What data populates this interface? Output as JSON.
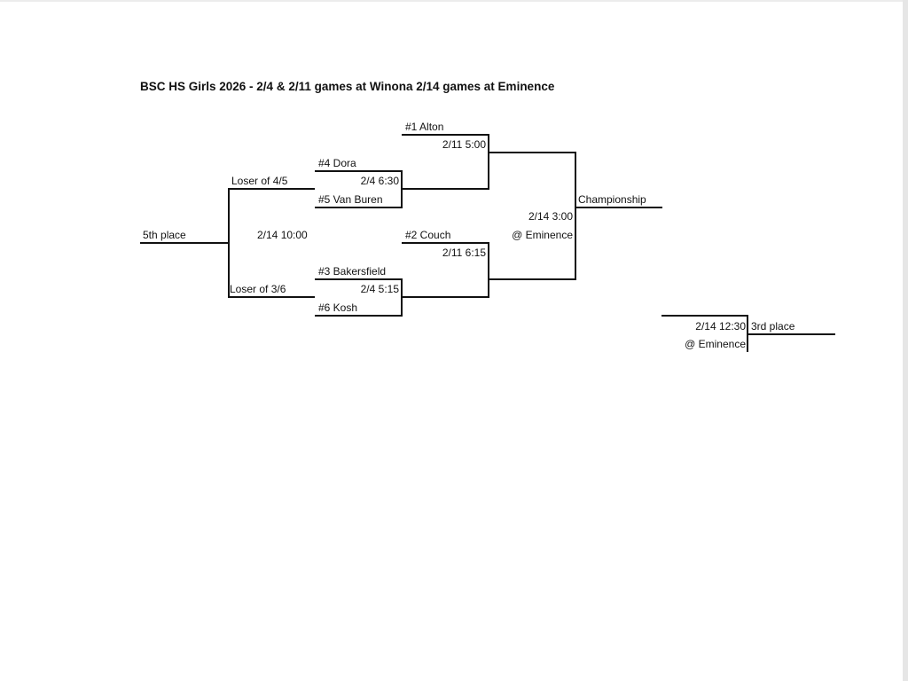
{
  "title": "BSC HS Girls 2026 - 2/4 & 2/11 games at Winona 2/14 games at Eminence",
  "first_round": {
    "game_a": {
      "top_team": "#4 Dora",
      "time": "2/4 6:30",
      "bottom_team": "#5 Van Buren"
    },
    "game_b": {
      "top_team": "#3 Bakersfield",
      "time": "2/4 5:15",
      "bottom_team": "#6 Kosh"
    }
  },
  "semifinals": {
    "game_a": {
      "team": "#1 Alton",
      "time": "2/11 5:00"
    },
    "game_b": {
      "team": "#2 Couch",
      "time": "2/11 6:15"
    }
  },
  "championship": {
    "label": "Championship",
    "time": "2/14 3:00",
    "location": "@ Eminence"
  },
  "fifth_place": {
    "label": "5th place",
    "time": "2/14 10:00",
    "top_slot": "Loser of 4/5",
    "bottom_slot": "Loser of 3/6"
  },
  "third_place": {
    "label": "3rd place",
    "time": "2/14 12:30",
    "location": "@ Eminence"
  }
}
